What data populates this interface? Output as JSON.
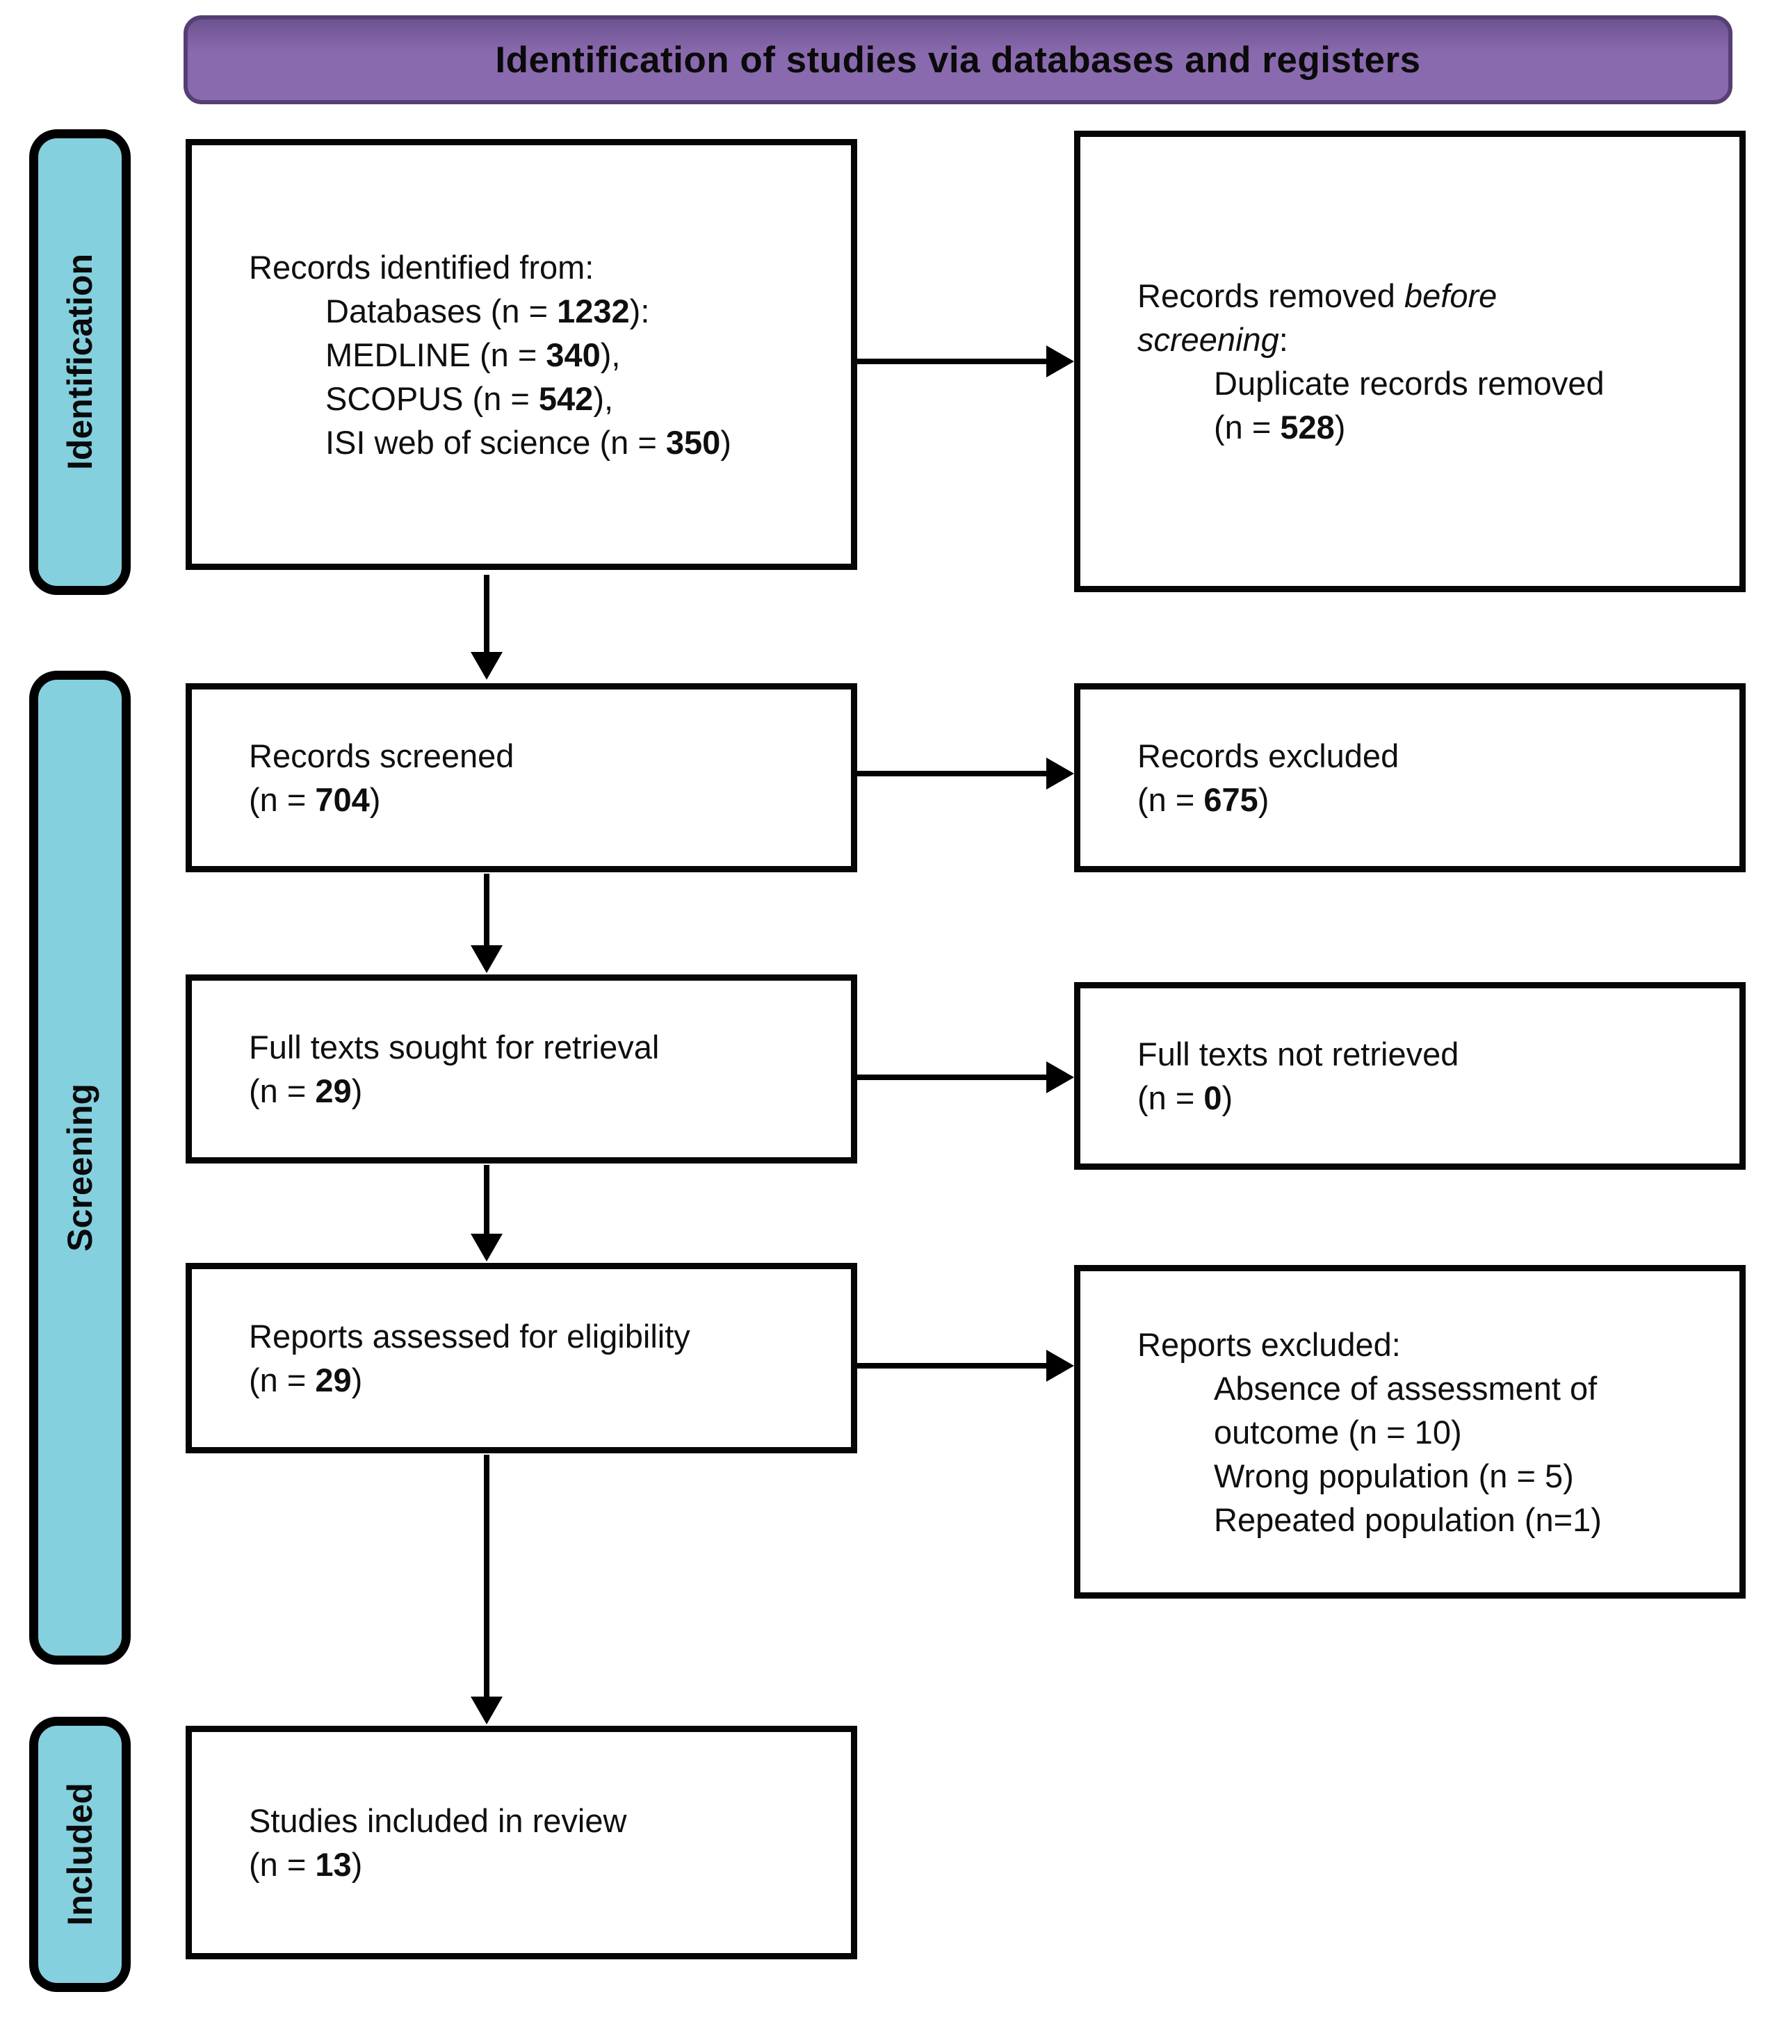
{
  "banner": {
    "title": "Identification of studies via databases and registers"
  },
  "stages": [
    {
      "label": "Identification"
    },
    {
      "label": "Screening"
    },
    {
      "label": "Included"
    }
  ],
  "colors": {
    "banner_fill": "#8a6aae",
    "banner_fill_dark": "#6d5390",
    "banner_border": "#553f73",
    "stage_fill": "#84d0df",
    "stage_border": "#000000",
    "box_border": "#060606",
    "arrow": "#000000",
    "text": "#0f0f0f"
  },
  "boxes": {
    "records_identified": {
      "lines": [
        {
          "indent": 0,
          "parts": [
            {
              "t": "Records identified from:"
            }
          ]
        },
        {
          "indent": 1,
          "parts": [
            {
              "t": "Databases (n = "
            },
            {
              "t": "1232",
              "b": true
            },
            {
              "t": "):"
            }
          ]
        },
        {
          "indent": 1,
          "parts": [
            {
              "t": "MEDLINE (n = "
            },
            {
              "t": "340",
              "b": true
            },
            {
              "t": "),"
            }
          ]
        },
        {
          "indent": 1,
          "parts": [
            {
              "t": "SCOPUS (n = "
            },
            {
              "t": "542",
              "b": true
            },
            {
              "t": "),"
            }
          ]
        },
        {
          "indent": 1,
          "parts": [
            {
              "t": "ISI web of science (n = "
            },
            {
              "t": "350",
              "b": true
            },
            {
              "t": ")"
            }
          ]
        }
      ]
    },
    "records_removed": {
      "lines": [
        {
          "indent": 0,
          "parts": [
            {
              "t": "Records removed "
            },
            {
              "t": "before",
              "i": true
            }
          ]
        },
        {
          "indent": 0,
          "parts": [
            {
              "t": "screening",
              "i": true
            },
            {
              "t": ":"
            }
          ]
        },
        {
          "indent": 1,
          "parts": [
            {
              "t": "Duplicate records removed"
            }
          ]
        },
        {
          "indent": 1,
          "parts": [
            {
              "t": "(n = "
            },
            {
              "t": "528",
              "b": true
            },
            {
              "t": ")"
            }
          ]
        }
      ]
    },
    "records_screened": {
      "lines": [
        {
          "indent": 0,
          "parts": [
            {
              "t": "Records screened"
            }
          ]
        },
        {
          "indent": 0,
          "parts": [
            {
              "t": "(n = "
            },
            {
              "t": "704",
              "b": true
            },
            {
              "t": ")"
            }
          ]
        }
      ]
    },
    "records_excluded": {
      "lines": [
        {
          "indent": 0,
          "parts": [
            {
              "t": "Records excluded"
            }
          ]
        },
        {
          "indent": 0,
          "parts": [
            {
              "t": "(n = "
            },
            {
              "t": "675",
              "b": true
            },
            {
              "t": ")"
            }
          ]
        }
      ]
    },
    "full_texts_sought": {
      "lines": [
        {
          "indent": 0,
          "parts": [
            {
              "t": "Full texts sought for retrieval"
            }
          ]
        },
        {
          "indent": 0,
          "parts": [
            {
              "t": "(n = "
            },
            {
              "t": "29",
              "b": true
            },
            {
              "t": ")"
            }
          ]
        }
      ]
    },
    "full_texts_not_retrieved": {
      "lines": [
        {
          "indent": 0,
          "parts": [
            {
              "t": "Full texts not retrieved"
            }
          ]
        },
        {
          "indent": 0,
          "parts": [
            {
              "t": "(n = "
            },
            {
              "t": "0",
              "b": true
            },
            {
              "t": ")"
            }
          ]
        }
      ]
    },
    "reports_assessed": {
      "lines": [
        {
          "indent": 0,
          "parts": [
            {
              "t": "Reports assessed for eligibility"
            }
          ]
        },
        {
          "indent": 0,
          "parts": [
            {
              "t": "(n = "
            },
            {
              "t": "29",
              "b": true
            },
            {
              "t": ")"
            }
          ]
        }
      ]
    },
    "reports_excluded": {
      "lines": [
        {
          "indent": 0,
          "parts": [
            {
              "t": "Reports excluded:"
            }
          ]
        },
        {
          "indent": 1,
          "parts": [
            {
              "t": "Absence of assessment of"
            }
          ]
        },
        {
          "indent": 1,
          "parts": [
            {
              "t": "outcome (n = 10)"
            }
          ]
        },
        {
          "indent": 1,
          "parts": [
            {
              "t": "Wrong population (n = 5)"
            }
          ]
        },
        {
          "indent": 1,
          "parts": [
            {
              "t": "Repeated population (n=1)"
            }
          ]
        }
      ]
    },
    "studies_included": {
      "lines": [
        {
          "indent": 0,
          "parts": [
            {
              "t": "Studies included in review"
            }
          ]
        },
        {
          "indent": 0,
          "parts": [
            {
              "t": "(n = "
            },
            {
              "t": "13",
              "b": true
            },
            {
              "t": ")"
            }
          ]
        }
      ]
    }
  }
}
